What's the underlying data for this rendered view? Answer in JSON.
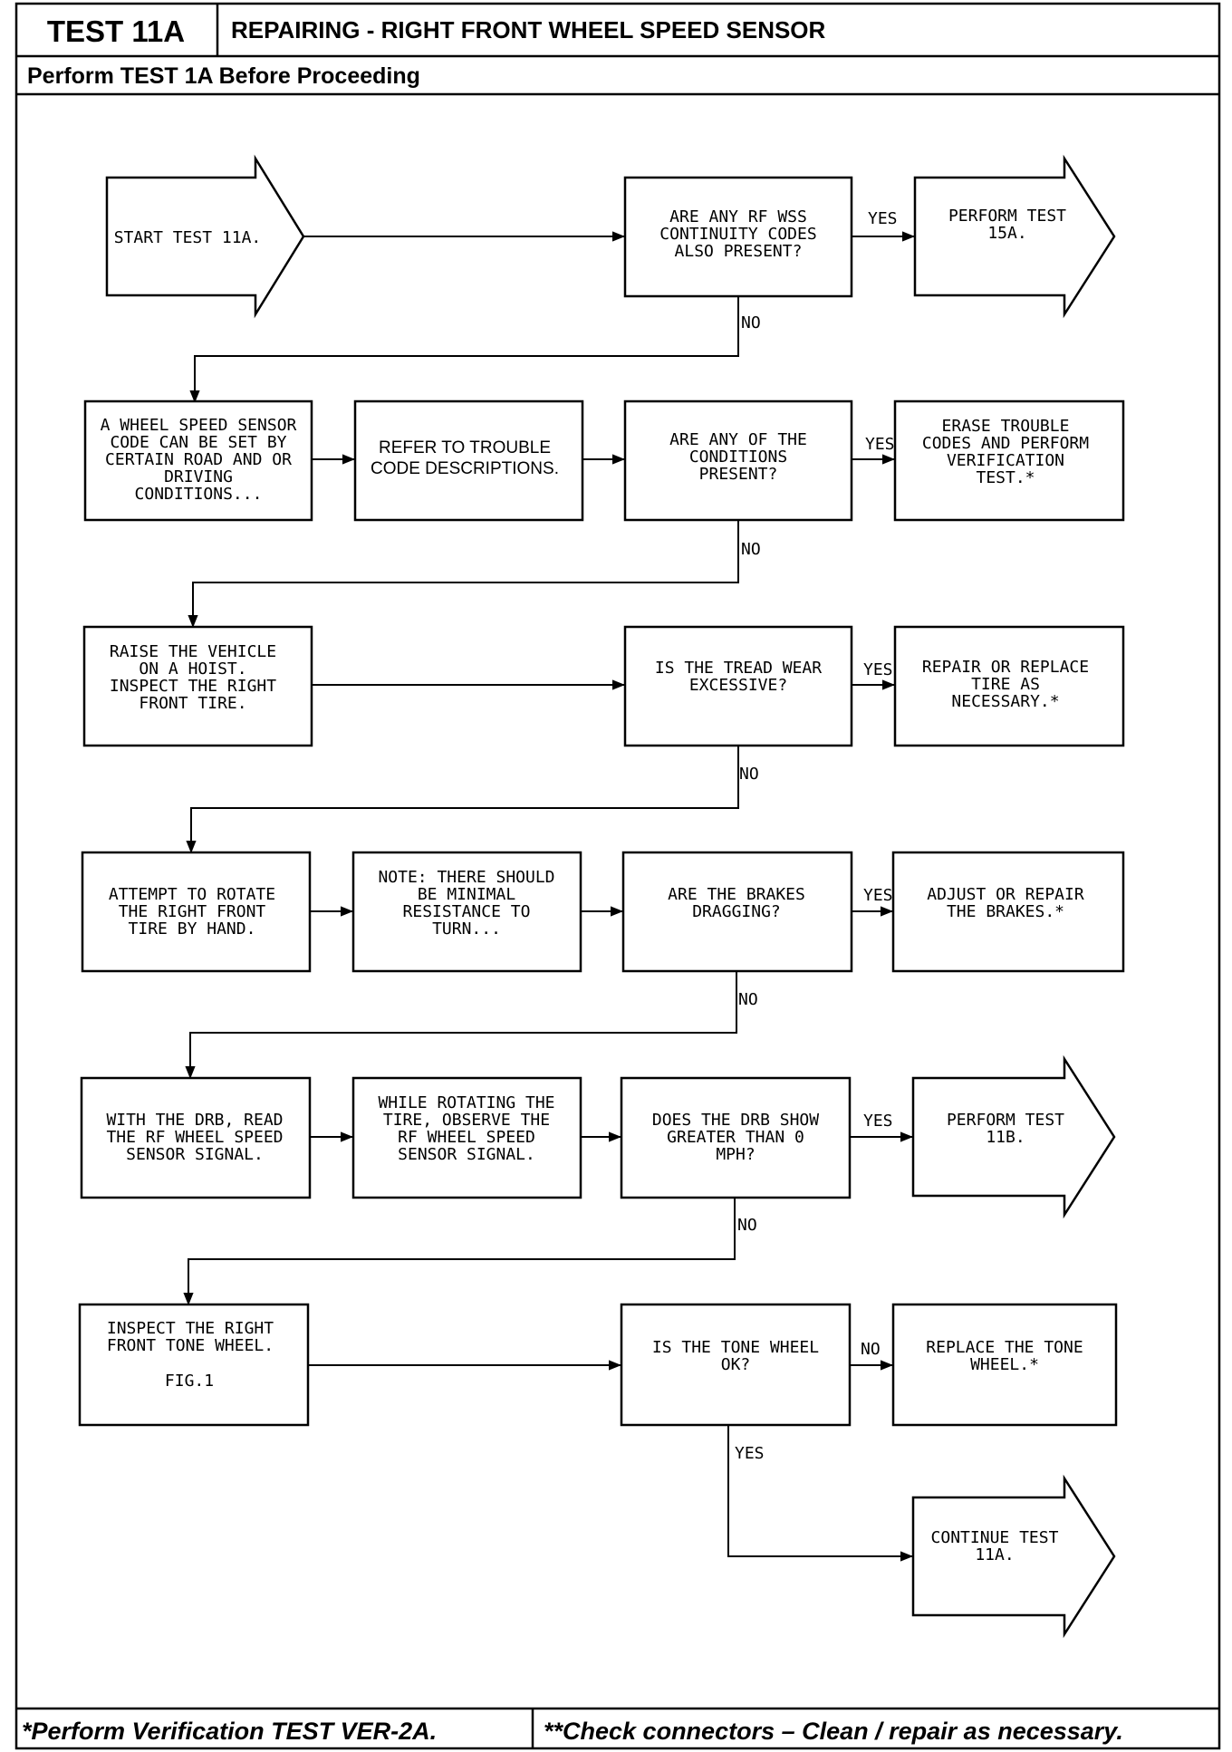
{
  "header": {
    "test_id": "TEST 11A",
    "title": "REPAIRING - RIGHT FRONT WHEEL SPEED SENSOR",
    "prerequisite": "Perform TEST 1A Before Proceeding"
  },
  "footer": {
    "left": "*Perform Verification TEST VER-2A.",
    "right": "**Check connectors – Clean / repair as necessary."
  },
  "nodes": {
    "start": [
      "START TEST 11A."
    ],
    "q_continuity": [
      "ARE ANY RF WSS",
      "CONTINUITY CODES",
      "ALSO PRESENT?"
    ],
    "go_15a": [
      "PERFORM TEST",
      "15A."
    ],
    "wss_code": [
      "A WHEEL SPEED SENSOR",
      "CODE CAN BE SET BY",
      "CERTAIN ROAD AND OR",
      "DRIVING",
      "CONDITIONS..."
    ],
    "refer": [
      "REFER TO TROUBLE",
      "CODE DESCRIPTIONS."
    ],
    "q_conditions": [
      "ARE ANY OF THE",
      "CONDITIONS",
      "PRESENT?"
    ],
    "erase": [
      "ERASE TROUBLE",
      "CODES AND PERFORM",
      "VERIFICATION",
      "TEST.*"
    ],
    "raise": [
      "RAISE THE VEHICLE",
      "ON A HOIST.",
      "INSPECT THE RIGHT",
      "FRONT TIRE."
    ],
    "q_tread": [
      "IS THE TREAD WEAR",
      "EXCESSIVE?"
    ],
    "repair_tire": [
      "REPAIR OR REPLACE",
      "TIRE AS",
      "NECESSARY.*"
    ],
    "rotate": [
      "ATTEMPT TO ROTATE",
      "THE RIGHT FRONT",
      "TIRE BY HAND."
    ],
    "note": [
      "NOTE: THERE SHOULD",
      "BE MINIMAL",
      "RESISTANCE TO",
      "TURN..."
    ],
    "q_brakes": [
      "ARE THE BRAKES",
      "DRAGGING?"
    ],
    "adjust_brakes": [
      "ADJUST OR REPAIR",
      "THE BRAKES.*"
    ],
    "drb_read": [
      "WITH THE DRB, READ",
      "THE RF WHEEL SPEED",
      "SENSOR SIGNAL."
    ],
    "observe": [
      "WHILE ROTATING THE",
      "TIRE, OBSERVE THE",
      "RF WHEEL SPEED",
      "SENSOR SIGNAL."
    ],
    "q_drb": [
      "DOES THE DRB SHOW",
      "GREATER THAN 0",
      "MPH?"
    ],
    "go_11b": [
      "PERFORM TEST",
      "11B."
    ],
    "inspect_tone": [
      "INSPECT THE RIGHT",
      "FRONT TONE WHEEL."
    ],
    "fig": [
      "FIG.1"
    ],
    "q_tone": [
      "IS THE TONE WHEEL",
      "OK?"
    ],
    "replace_tone": [
      "REPLACE THE TONE",
      "WHEEL.*"
    ],
    "continue": [
      "CONTINUE TEST",
      "11A."
    ]
  },
  "labels": {
    "yes": "YES",
    "no": "NO"
  }
}
